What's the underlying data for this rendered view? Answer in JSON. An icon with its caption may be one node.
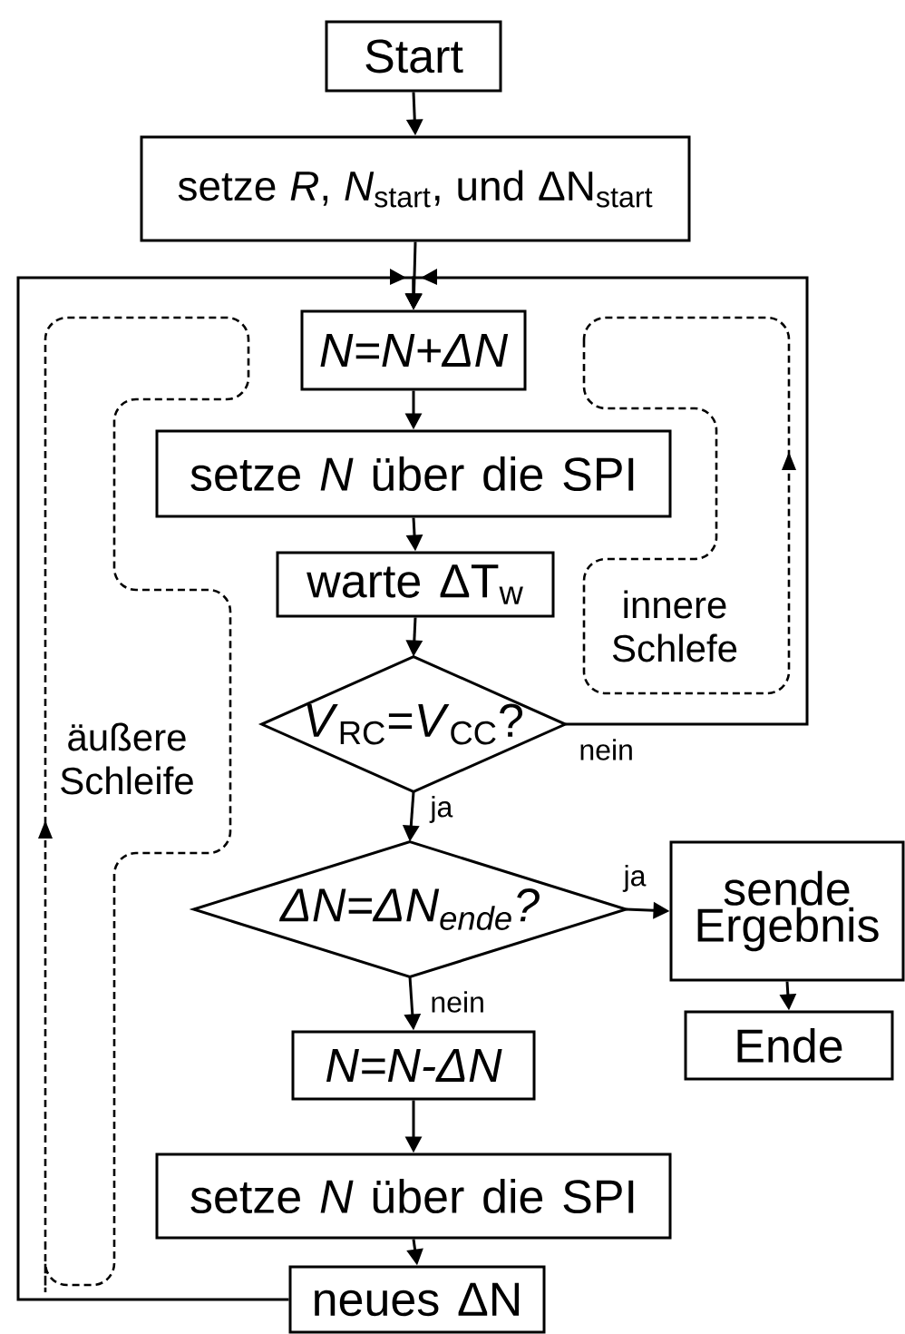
{
  "diagram": {
    "nodes": [
      {
        "text": [
          "Start"
        ]
      },
      {
        "text": [
          "setze *R*, *N*$_{start}$, und ΔN$_{start}$"
        ]
      },
      {
        "text": [
          "N=N+ΔN"
        ]
      },
      {
        "text": [
          "setze *N* über die SPI"
        ]
      },
      {
        "text": [
          "warte ΔT$_{w}$"
        ]
      },
      {
        "text": [
          "*V*$_{RC}$=*V*$_{CC}$?"
        ]
      },
      {
        "text": [
          "ΔN=ΔN$_{ende}$?"
        ]
      },
      {
        "text": [
          "sende Ergebnis"
        ]
      },
      {
        "text": [
          "Ende"
        ]
      },
      {
        "text": [
          "N=N-ΔN"
        ]
      },
      {
        "text": [
          "setze *N* über die SPI"
        ]
      },
      {
        "text": [
          "neues ΔN"
        ]
      }
    ],
    "edges": [
      {
        "from": 0,
        "to": 1,
        "arrow": "to"
      },
      {
        "from": 1,
        "to": 2,
        "arrow": "to"
      },
      {
        "from": 2,
        "to": 3,
        "arrow": "to"
      },
      {
        "from": 3,
        "to": 4,
        "arrow": "to"
      },
      {
        "from": 4,
        "to": 5,
        "arrow": "to"
      },
      {
        "from": 5,
        "to": 2,
        "arrow": "to",
        "label": "nein"
      },
      {
        "from": 5,
        "to": 6,
        "arrow": "to",
        "label": "ja"
      },
      {
        "from": 6,
        "to": 7,
        "arrow": "to",
        "label": "ja"
      },
      {
        "from": 6,
        "to": 9,
        "arrow": "to",
        "label": "nein"
      },
      {
        "from": 7,
        "to": 8,
        "arrow": "to"
      },
      {
        "from": 9,
        "to": 10,
        "arrow": "to"
      },
      {
        "from": 10,
        "to": 11,
        "arrow": "to"
      },
      {
        "from": 11,
        "to": 2,
        "arrow": "to"
      }
    ],
    "labels": [
      "innere Schlefe",
      "äußere Schleife"
    ]
  }
}
